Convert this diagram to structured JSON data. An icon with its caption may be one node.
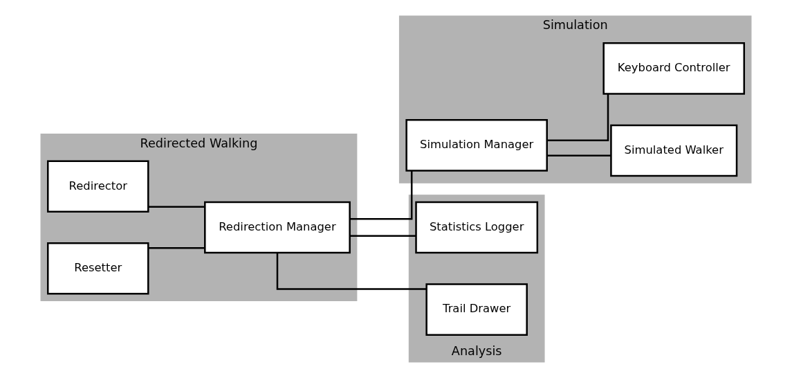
{
  "diagram": {
    "nodes": [
      {
        "text": [
          "Redirected Walking"
        ]
      },
      {
        "text": [
          "Redirector"
        ],
        "in": 0
      },
      {
        "text": [
          "Redirection Manager"
        ],
        "in": 0
      },
      {
        "text": [
          "Resetter"
        ],
        "in": 0
      },
      {
        "text": [
          "Simulation"
        ]
      },
      {
        "text": [
          "Simulation Manager"
        ],
        "in": 4
      },
      {
        "text": [
          "Simulated Walker"
        ],
        "in": 4
      },
      {
        "text": [
          "Keyboard Controller"
        ],
        "in": 4
      },
      {
        "text": [
          "Analysis"
        ]
      },
      {
        "text": [
          "Statistics Logger"
        ],
        "in": 8
      },
      {
        "text": [
          "Trail Drawer"
        ],
        "in": 8
      }
    ],
    "edges": [
      {
        "from": 1,
        "to": 2,
        "arrow": "none"
      },
      {
        "from": 3,
        "to": 2,
        "arrow": "none"
      },
      {
        "from": 2,
        "to": 5,
        "arrow": "none"
      },
      {
        "from": 5,
        "to": 6,
        "arrow": "none"
      },
      {
        "from": 5,
        "to": 7,
        "arrow": "none"
      },
      {
        "from": 2,
        "to": 9,
        "arrow": "none"
      },
      {
        "from": 2,
        "to": 10,
        "arrow": "none"
      }
    ]
  }
}
